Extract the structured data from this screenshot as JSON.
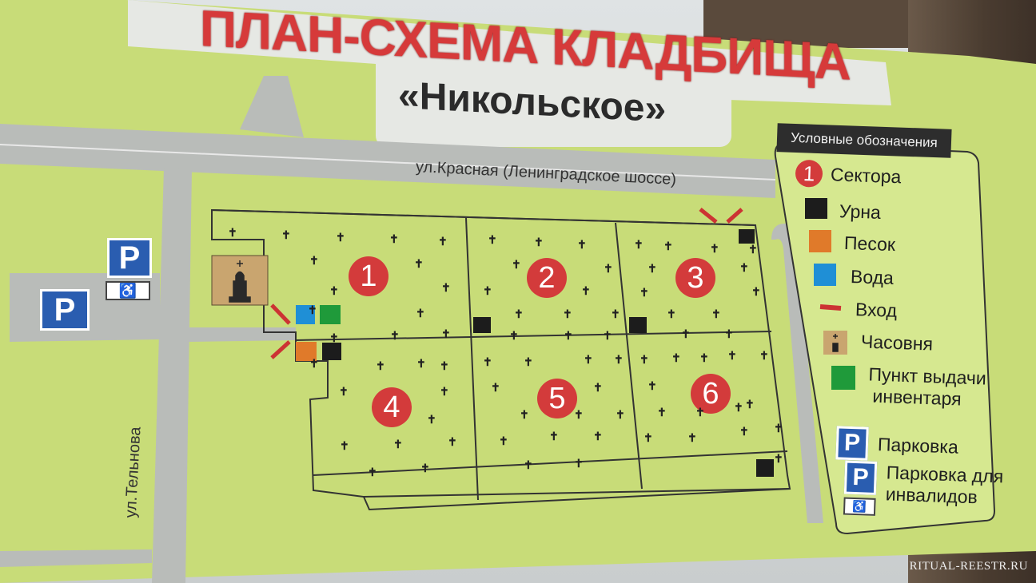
{
  "title": "ПЛАН-СХЕМА КЛАДБИЩА",
  "subtitle": "«Никольское»",
  "streets": {
    "krasnaya": "ул.Красная (Ленинградское шоссе)",
    "telnova": "ул.Тельнова"
  },
  "sectors": [
    "1",
    "2",
    "3",
    "4",
    "5",
    "6"
  ],
  "legend": {
    "title": "Условные обозначения",
    "items": [
      {
        "key": "sector",
        "label": "Сектора",
        "swatch": "1",
        "color": "#d33b3b"
      },
      {
        "key": "urn",
        "label": "Урна",
        "color": "#1c1c1c"
      },
      {
        "key": "sand",
        "label": "Песок",
        "color": "#e07a2a"
      },
      {
        "key": "water",
        "label": "Вода",
        "color": "#1f8fd6"
      },
      {
        "key": "entrance",
        "label": "Вход",
        "color": "#cc3333"
      },
      {
        "key": "chapel",
        "label": "Часовня",
        "color": "#c9a56f"
      },
      {
        "key": "inventory",
        "label": "Пункт выдачи инвентаря",
        "line1": "Пункт выдачи",
        "line2": "инвентаря",
        "color": "#1f9a3a"
      },
      {
        "key": "parking",
        "label": "Парковка",
        "swatch": "P",
        "color": "#2a5db0"
      },
      {
        "key": "parking_disabled",
        "label": "Парковка для инвалидов",
        "line1": "Парковка для",
        "line2": "инвалидов",
        "swatch": "P",
        "color": "#2a5db0"
      }
    ]
  },
  "parking_symbol": "P",
  "accessible_symbol": "♿",
  "cross_symbol": "✝",
  "watermark": "RITUAL-REESTR.RU",
  "colors": {
    "board": "#c8dc78",
    "road": "#b9bcb9",
    "panel": "#e6e8e4",
    "sector_badge": "#d33b3b",
    "title_red": "#d63a3a"
  }
}
